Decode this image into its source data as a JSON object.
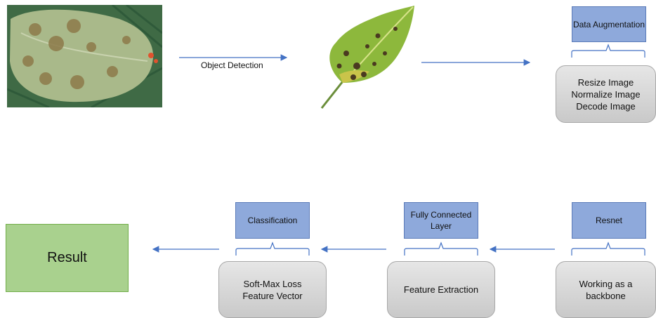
{
  "top_row": {
    "arrow_label": "Object Detection",
    "augmentation": {
      "title": "Data Augmentation",
      "steps": [
        "Resize Image",
        "Normalize Image",
        "Decode Image"
      ]
    }
  },
  "bottom_row": {
    "resnet": {
      "title": "Resnet",
      "detail": "Working as a backbone"
    },
    "fully_connected": {
      "title": "Fully Connected Layer",
      "detail": "Feature Extraction"
    },
    "classification": {
      "title": "Classification",
      "detail_lines": [
        "Soft-Max Loss",
        "Feature Vector"
      ]
    },
    "result": "Result"
  },
  "colors": {
    "blue_box": "#8ea9db",
    "gray_box": "#d9d9d9",
    "result_box": "#a9d18e",
    "arrow": "#4472c4"
  }
}
